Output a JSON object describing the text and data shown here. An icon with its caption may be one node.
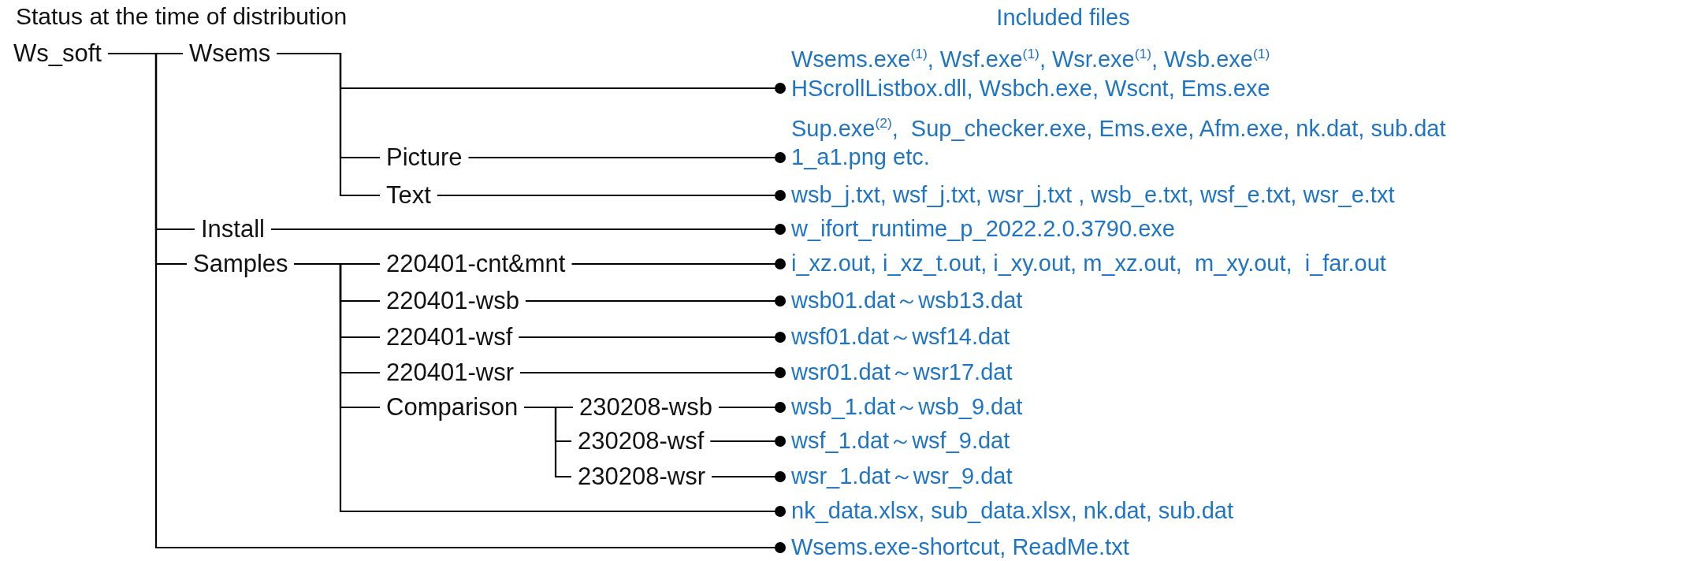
{
  "diagram": {
    "title": "Status at the time of distribution",
    "nodes": [
      {
        "text": [
          "Ws_soft"
        ]
      },
      {
        "text": [
          "Wsems"
        ]
      },
      {
        "text": [
          "Picture"
        ]
      },
      {
        "text": [
          "Text"
        ]
      },
      {
        "text": [
          "Install"
        ]
      },
      {
        "text": [
          "Samples"
        ]
      },
      {
        "text": [
          "220401-cnt&mnt"
        ]
      },
      {
        "text": [
          "220401-wsb"
        ]
      },
      {
        "text": [
          "220401-wsf"
        ]
      },
      {
        "text": [
          "220401-wsr"
        ]
      },
      {
        "text": [
          "Comparison"
        ]
      },
      {
        "text": [
          "230208-wsb"
        ]
      },
      {
        "text": [
          "230208-wsf"
        ]
      },
      {
        "text": [
          "230208-wsr"
        ]
      },
      {
        "text": [
          "Wsems.exe$^{(1)}$, Wsf.exe$^{(1)}$, Wsr.exe$^{(1)}$, Wsb.exe$^{(1)}$",
          "HScrollListbox.dll, Wsbch.exe, Wscnt, Ems.exe",
          "Sup.exe$^{(2)}$,  Sup_checker.exe, Ems.exe, Afm.exe, nk.dat, sub.dat"
        ]
      },
      {
        "text": [
          "1_a1.png etc."
        ]
      },
      {
        "text": [
          "wsb_j.txt, wsf_j.txt, wsr_j.txt , wsb_e.txt, wsf_e.txt, wsr_e.txt"
        ]
      },
      {
        "text": [
          "w_ifort_runtime_p_2022.2.0.3790.exe"
        ]
      },
      {
        "text": [
          "i_xz.out, i_xz_t.out, i_xy.out, m_xz.out,  m_xy.out,  i_far.out"
        ]
      },
      {
        "text": [
          "wsb01.dat～wsb13.dat"
        ]
      },
      {
        "text": [
          "wsf01.dat～wsf14.dat"
        ]
      },
      {
        "text": [
          "wsr01.dat～wsr17.dat"
        ]
      },
      {
        "text": [
          "wsb_1.dat～wsb_9.dat"
        ]
      },
      {
        "text": [
          "wsf_1.dat～wsf_9.dat"
        ]
      },
      {
        "text": [
          "wsr_1.dat～wsr_9.dat"
        ]
      },
      {
        "text": [
          "nk_data.xlsx, sub_data.xlsx, nk.dat, sub.dat"
        ]
      },
      {
        "text": [
          "Wsems.exe-shortcut, ReadMe.txt"
        ]
      }
    ],
    "edges": [
      {
        "from": 0,
        "to": 1,
        "arrow": "none"
      },
      {
        "from": 0,
        "to": 4,
        "arrow": "none"
      },
      {
        "from": 0,
        "to": 5,
        "arrow": "none"
      },
      {
        "from": 0,
        "to": 26,
        "arrow": "other"
      },
      {
        "from": 1,
        "to": 14,
        "arrow": "other"
      },
      {
        "from": 1,
        "to": 2,
        "arrow": "none"
      },
      {
        "from": 1,
        "to": 3,
        "arrow": "none"
      },
      {
        "from": 2,
        "to": 15,
        "arrow": "other"
      },
      {
        "from": 3,
        "to": 16,
        "arrow": "other"
      },
      {
        "from": 4,
        "to": 17,
        "arrow": "other"
      },
      {
        "from": 5,
        "to": 6,
        "arrow": "none"
      },
      {
        "from": 5,
        "to": 7,
        "arrow": "none"
      },
      {
        "from": 5,
        "to": 8,
        "arrow": "none"
      },
      {
        "from": 5,
        "to": 9,
        "arrow": "none"
      },
      {
        "from": 5,
        "to": 10,
        "arrow": "none"
      },
      {
        "from": 5,
        "to": 25,
        "arrow": "other"
      },
      {
        "from": 6,
        "to": 18,
        "arrow": "other"
      },
      {
        "from": 7,
        "to": 19,
        "arrow": "other"
      },
      {
        "from": 8,
        "to": 20,
        "arrow": "other"
      },
      {
        "from": 9,
        "to": 21,
        "arrow": "other"
      },
      {
        "from": 10,
        "to": 11,
        "arrow": "none"
      },
      {
        "from": 10,
        "to": 12,
        "arrow": "none"
      },
      {
        "from": 10,
        "to": 13,
        "arrow": "none"
      },
      {
        "from": 11,
        "to": 22,
        "arrow": "other"
      },
      {
        "from": 12,
        "to": 23,
        "arrow": "other"
      },
      {
        "from": 13,
        "to": 24,
        "arrow": "other"
      }
    ],
    "labels": [
      "Included files"
    ]
  }
}
